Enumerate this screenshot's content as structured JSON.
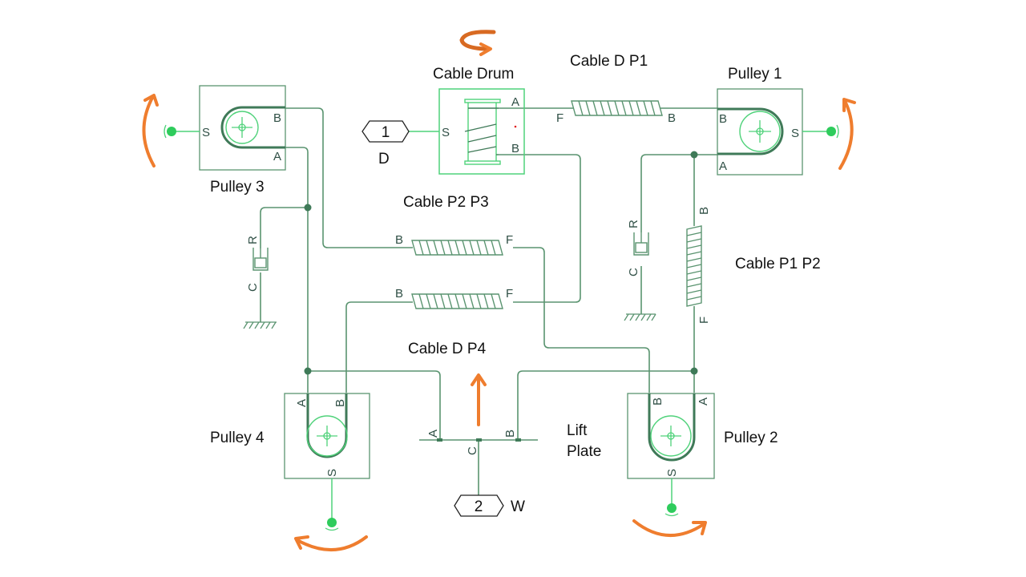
{
  "diagram": {
    "blocks": {
      "cable_drum": {
        "label": "Cable Drum",
        "ports": {
          "s": "S",
          "a": "A",
          "b": "B"
        }
      },
      "pulley1": {
        "label": "Pulley 1",
        "ports": {
          "a": "A",
          "b": "B",
          "s": "S"
        }
      },
      "pulley2": {
        "label": "Pulley 2",
        "ports": {
          "a": "A",
          "b": "B",
          "s": "S"
        }
      },
      "pulley3": {
        "label": "Pulley 3",
        "ports": {
          "a": "A",
          "b": "B",
          "s": "S"
        }
      },
      "pulley4": {
        "label": "Pulley 4",
        "ports": {
          "a": "A",
          "b": "B",
          "s": "S"
        }
      },
      "cable_d_p1": {
        "label": "Cable D P1",
        "ports": {
          "f": "F",
          "b": "B"
        }
      },
      "cable_p1_p2": {
        "label": "Cable P1 P2",
        "ports": {
          "f": "F",
          "b": "B"
        }
      },
      "cable_p2_p3": {
        "label": "Cable P2 P3",
        "ports": {
          "f": "F",
          "b": "B"
        }
      },
      "cable_d_p4": {
        "label": "Cable D P4",
        "ports": {
          "f": "F",
          "b": "B"
        }
      },
      "lift_plate": {
        "label_line1": "Lift",
        "label_line2": "Plate",
        "ports": {
          "a": "A",
          "b": "B",
          "c": "C"
        }
      },
      "damper_left": {
        "ports": {
          "r": "R",
          "c": "C"
        }
      },
      "damper_right": {
        "ports": {
          "r": "R",
          "c": "C"
        }
      }
    },
    "io_ports": [
      {
        "number": "1",
        "label": "D"
      },
      {
        "number": "2",
        "label": "W"
      }
    ]
  }
}
